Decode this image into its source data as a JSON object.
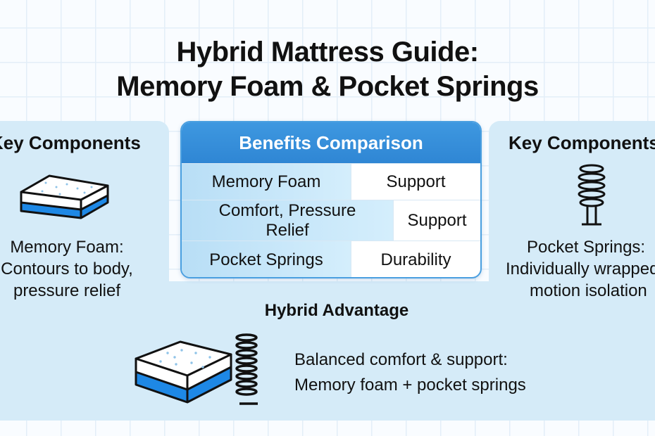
{
  "title": {
    "line1": "Hybrid Mattress Guide:",
    "line2": "Memory Foam & Pocket Springs"
  },
  "left_panel": {
    "heading": "Key Components",
    "icon": "memory-foam-mattress-icon",
    "lines": [
      "Memory Foam:",
      "Contours to body,",
      "pressure relief"
    ]
  },
  "table": {
    "heading": "Benefits Comparison",
    "rows": [
      {
        "col1": "Memory Foam",
        "col2": "Support"
      },
      {
        "col1": "Comfort, Pressure Relief",
        "col2": "Support"
      },
      {
        "col1": "Pocket Springs",
        "col2": "Durability"
      }
    ]
  },
  "right_panel": {
    "heading": "Key Components",
    "icon": "coil-spring-icon",
    "lines": [
      "Pocket Springs:",
      "Individually wrapped,",
      "motion isolation"
    ]
  },
  "bottom_panel": {
    "heading": "Hybrid Advantage",
    "icon": "hybrid-mattress-icon",
    "lines": [
      "Balanced comfort & support:",
      "Memory foam + pocket springs"
    ]
  },
  "colors": {
    "accent": "#2f86d4",
    "panel": "#d5ebf8",
    "foam_blue": "#1e88e5"
  }
}
